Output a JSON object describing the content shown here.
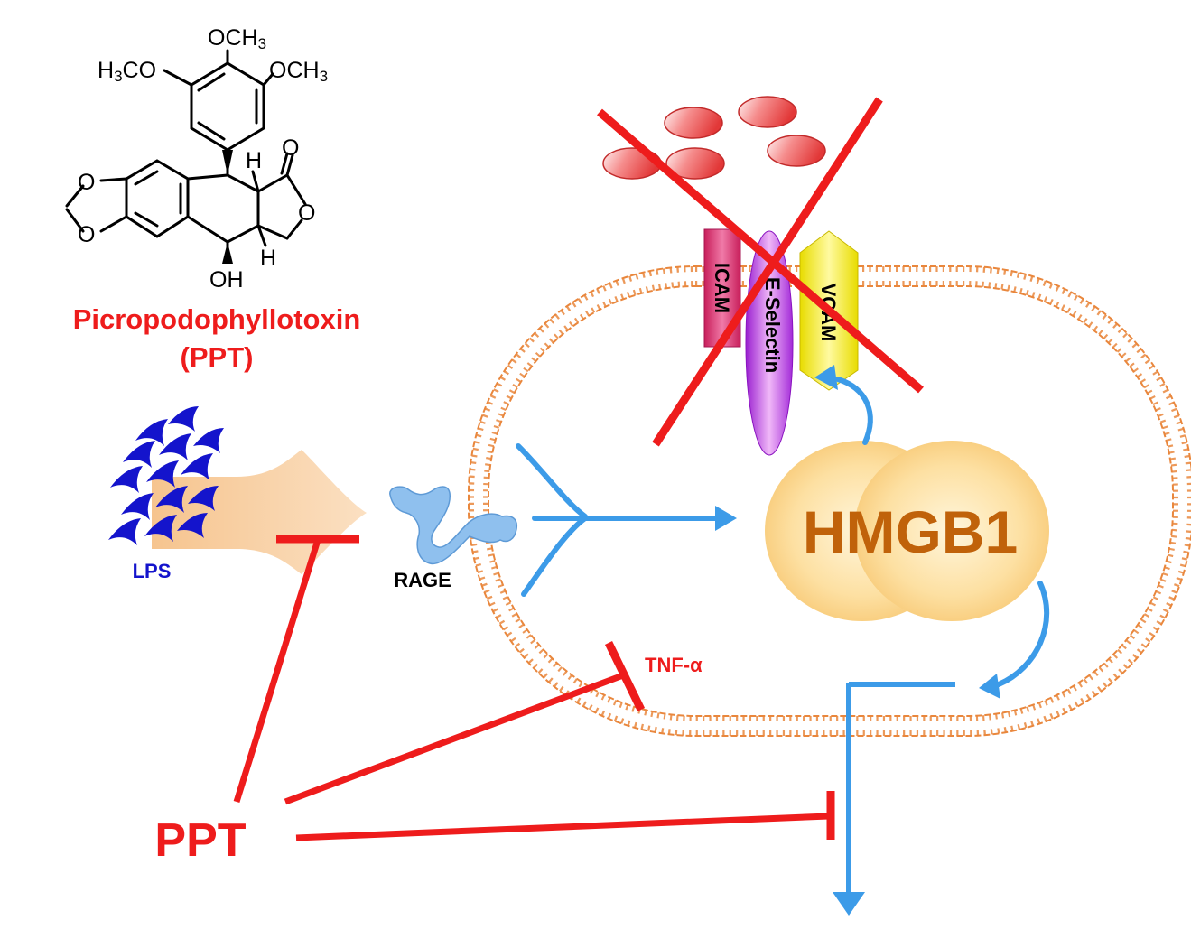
{
  "compound": {
    "name": "Picropodophyllotoxin",
    "abbrev_paren": "(PPT)",
    "groups": {
      "top_ome": "OCH3",
      "left_ome": "H3CO",
      "right_ome": "OCH3",
      "oh": "OH",
      "h1": "H",
      "h2": "H",
      "o_ring1": "O",
      "o_ring2": "O",
      "o_lactone": "O",
      "o_carbonyl": "O"
    }
  },
  "labels": {
    "lps": "LPS",
    "rage": "RAGE",
    "hmgb1": "HMGB1",
    "tnf": "TNF-α",
    "ppt": "PPT",
    "icam": "ICAM",
    "eselectin": "E-Selectin",
    "vcam": "VCAM"
  },
  "colors": {
    "inhibit_red": "#ee1c1c",
    "arrow_blue": "#3c9be8",
    "lps_blue": "#1414cc",
    "membrane_orange": "#e9873d",
    "hmgb1_text": "#c0620a",
    "hmgb1_fill": "#fbd38a",
    "rage_fill": "#8fc0ee",
    "icam_fill": "#e23a78",
    "eselectin_fill": "#c94ce6",
    "vcam_fill": "#f2ea10"
  }
}
